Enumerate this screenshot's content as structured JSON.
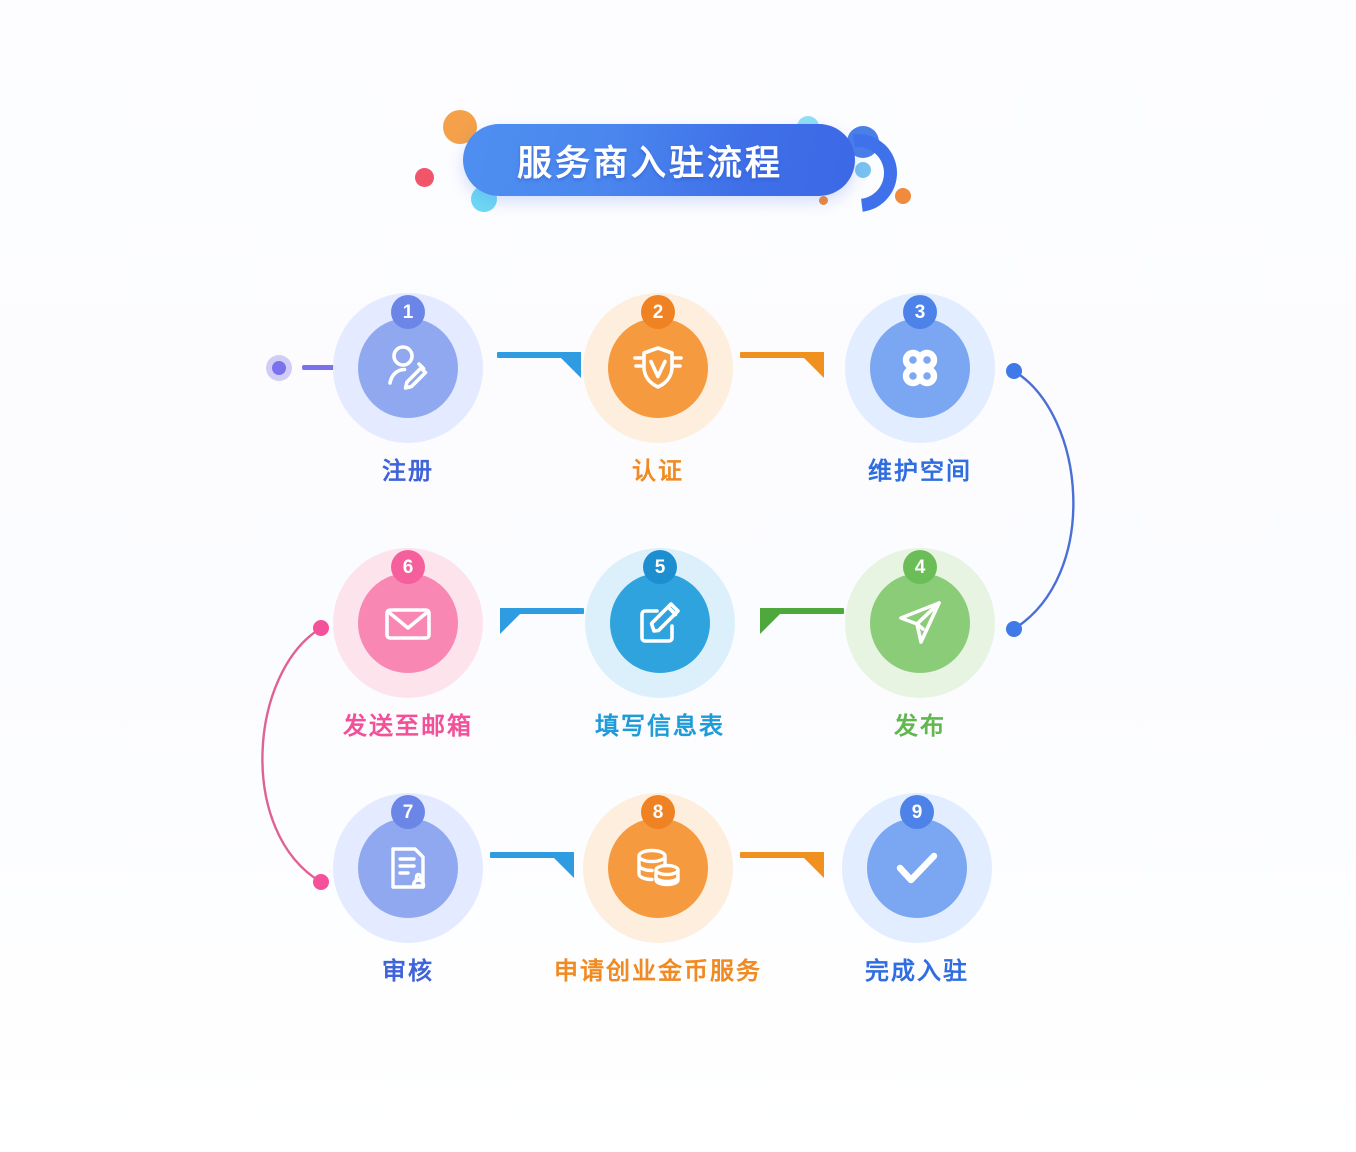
{
  "title": {
    "text": "服务商入驻流程",
    "bar_color": "#3f72ea",
    "text_color": "#ffffff"
  },
  "decor_dots": [
    {
      "name": "dot-orange-top-left",
      "color": "#f5a04a"
    },
    {
      "name": "dot-red-left",
      "color": "#f0556a"
    },
    {
      "name": "dot-cyan-bottom-left",
      "color": "#6fd8f5"
    },
    {
      "name": "dot-cyan-top-right",
      "color": "#8ee0f7"
    },
    {
      "name": "dot-blue-right",
      "color": "#4a7fe8"
    },
    {
      "name": "dot-lightblue-right",
      "color": "#79c3f0"
    },
    {
      "name": "dot-orange-bottom-right",
      "color": "#f08a3c"
    },
    {
      "name": "dot-orange-small",
      "color": "#f0a04a"
    }
  ],
  "start_marker": {
    "name": "flow-start-marker",
    "color": "#7a72ec"
  },
  "steps": [
    {
      "number": "1",
      "label": "注册",
      "icon": "user-pencil-icon",
      "theme": "periwinkle",
      "circle_color": "#8fa8f0",
      "label_color": "#3f63d8"
    },
    {
      "number": "2",
      "label": "认证",
      "icon": "shield-verified-icon",
      "theme": "orange",
      "circle_color": "#f59a3f",
      "label_color": "#f08a22"
    },
    {
      "number": "3",
      "label": "维护空间",
      "icon": "clover-nodes-icon",
      "theme": "blue",
      "circle_color": "#7aa6f2",
      "label_color": "#2f6de0"
    },
    {
      "number": "4",
      "label": "发布",
      "icon": "paper-plane-icon",
      "theme": "green",
      "circle_color": "#8acc78",
      "label_color": "#62b84f"
    },
    {
      "number": "5",
      "label": "填写信息表",
      "icon": "edit-square-icon",
      "theme": "sky",
      "circle_color": "#2ea3de",
      "label_color": "#1f9bd8"
    },
    {
      "number": "6",
      "label": "发送至邮箱",
      "icon": "envelope-icon",
      "theme": "pink",
      "circle_color": "#f887b4",
      "label_color": "#f2519a"
    },
    {
      "number": "7",
      "label": "审核",
      "icon": "document-stamp-icon",
      "theme": "periwinkle",
      "circle_color": "#8fa8f0",
      "label_color": "#3f63d8"
    },
    {
      "number": "8",
      "label": "申请创业金币服务",
      "icon": "coins-stack-icon",
      "theme": "orange",
      "circle_color": "#f59a3f",
      "label_color": "#f08a22"
    },
    {
      "number": "9",
      "label": "完成入驻",
      "icon": "check-mark-icon",
      "theme": "blue",
      "circle_color": "#7aa6f2",
      "label_color": "#2f6de0"
    }
  ],
  "connectors": [
    {
      "name": "arrow-1-to-2",
      "direction": "right",
      "color": "#2f9be0"
    },
    {
      "name": "arrow-2-to-3",
      "direction": "right",
      "color": "#f0911f"
    },
    {
      "name": "curve-3-to-4",
      "direction": "down",
      "color": "#3f63d8"
    },
    {
      "name": "arrow-4-to-5",
      "direction": "left",
      "color": "#4fa83c"
    },
    {
      "name": "arrow-5-to-6",
      "direction": "left",
      "color": "#2f9be0"
    },
    {
      "name": "curve-6-to-7",
      "direction": "down",
      "color": "#ec5f97"
    },
    {
      "name": "arrow-7-to-8",
      "direction": "right",
      "color": "#2f9be0"
    },
    {
      "name": "arrow-8-to-9",
      "direction": "right",
      "color": "#f0911f"
    }
  ]
}
